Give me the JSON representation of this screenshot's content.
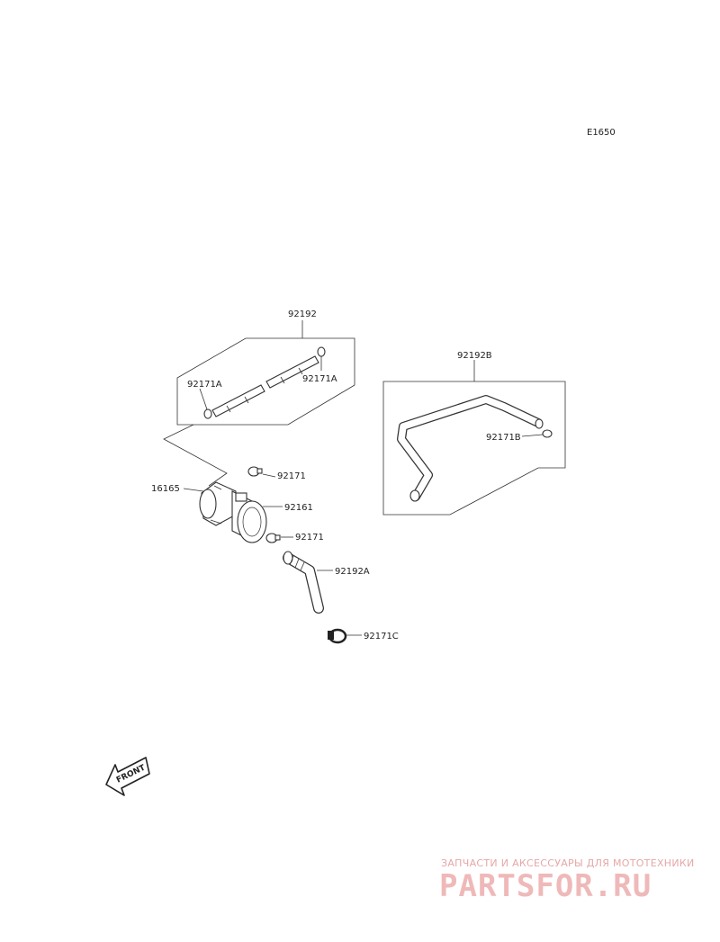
{
  "diagram_code": "E1650",
  "labels": {
    "p92192": "92192",
    "p92171A_left": "92171A",
    "p92171A_right": "92171A",
    "p92192B": "92192B",
    "p92171B": "92171B",
    "p92171_top": "92171",
    "p16165": "16165",
    "p92161": "92161",
    "p92171_bottom": "92171",
    "p92192A": "92192A",
    "p92171C": "92171C"
  },
  "front_arrow": {
    "text": "FRONT"
  },
  "watermark": {
    "tagline": "ЗАПЧАСТИ И АКСЕССУАРЫ ДЛЯ МОТОТЕХНИКИ",
    "brand": "PARTSFOR.RU"
  }
}
